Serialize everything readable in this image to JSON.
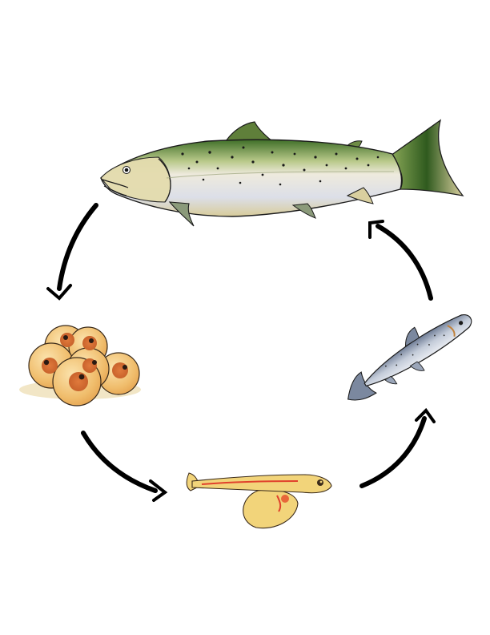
{
  "diagram": {
    "type": "life-cycle",
    "stages": [
      {
        "id": "adult",
        "icon": "adult-salmon-icon"
      },
      {
        "id": "eggs",
        "icon": "salmon-eggs-icon"
      },
      {
        "id": "alevin",
        "icon": "alevin-icon"
      },
      {
        "id": "juvenile",
        "icon": "juvenile-salmon-icon"
      }
    ],
    "colors": {
      "arrow": "#000000",
      "adult_back": "#4a7a2e",
      "adult_belly": "#e8e8ee",
      "adult_tan": "#d9cf9f",
      "egg_fill": "#f1c27a",
      "egg_core": "#d4703a",
      "alevin_body": "#f2d47a",
      "alevin_stripe": "#e0412c",
      "juvenile_body": "#aeb8c9"
    }
  }
}
